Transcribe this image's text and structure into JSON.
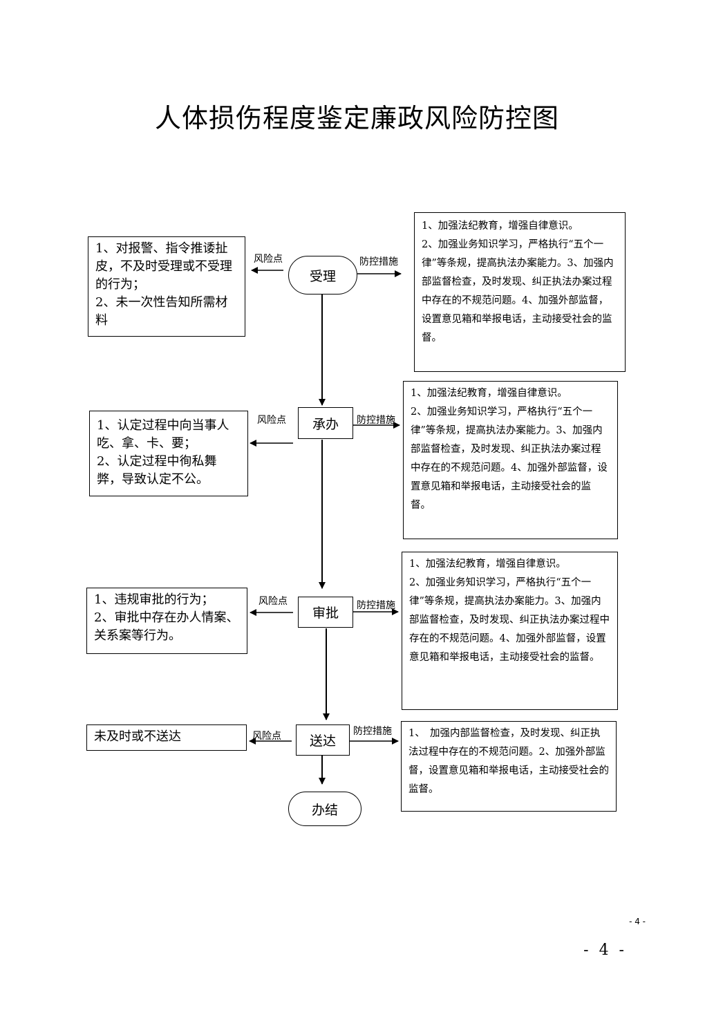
{
  "title": "人体损伤程度鉴定廉政风险防控图",
  "labels": {
    "risk": "风险点",
    "control": "防控措施"
  },
  "steps": {
    "accept": "受理",
    "undertake": "承办",
    "approve": "审批",
    "deliver": "送达",
    "finish": "办结"
  },
  "risks": {
    "accept": [
      "1、对报警、指令推诿扯皮，不及时受理或不受理的行为；",
      "2、未一次性告知所需材料"
    ],
    "undertake": [
      "1、认定过程中向当事人吃、拿、卡、要；",
      "2、认定过程中徇私舞弊，导致认定不公。"
    ],
    "approve": [
      "1、违规审批的行为；",
      "2、审批中存在办人情案、关系案等行为。"
    ],
    "deliver": [
      "未及时或不送达"
    ]
  },
  "controls": {
    "accept": [
      "1、加强法纪教育，增强自律意识。",
      "2、加强业务知识学习，严格执行“五个一律”等条规，提高执法办案能力。3、加强内部监督检查，及时发现、纠正执法办案过程中存在的不规范问题。4、加强外部监督，设置意见箱和举报电话，主动接受社会的监督。"
    ],
    "undertake": [
      "1、加强法纪教育，增强自律意识。",
      "2、加强业务知识学习，严格执行“五个一律”等条规，提高执法办案能力。3、加强内部监督检查，及时发现、纠正执法办案过程中存在的不规范问题。4、加强外部监督，设置意见箱和举报电话，主动接受社会的监督。"
    ],
    "approve": [
      "1、加强法纪教育，增强自律意识。",
      "2、加强业务知识学习，严格执行“五个一律”等条规，提高执法办案能力。3、加强内部监督检查，及时发现、纠正执法办案过程中存在的不规范问题。4、加强外部监督，设置意见箱和举报电话，主动接受社会的监督。"
    ],
    "deliver": [
      "1、　加强内部监督检查，及时发现、纠正执法过程中存在的不规范问题。2、加强外部监督，设置意见箱和举报电话，主动接受社会的监督。"
    ]
  },
  "page": {
    "small": "- 4 -",
    "big": "- 4 -"
  }
}
